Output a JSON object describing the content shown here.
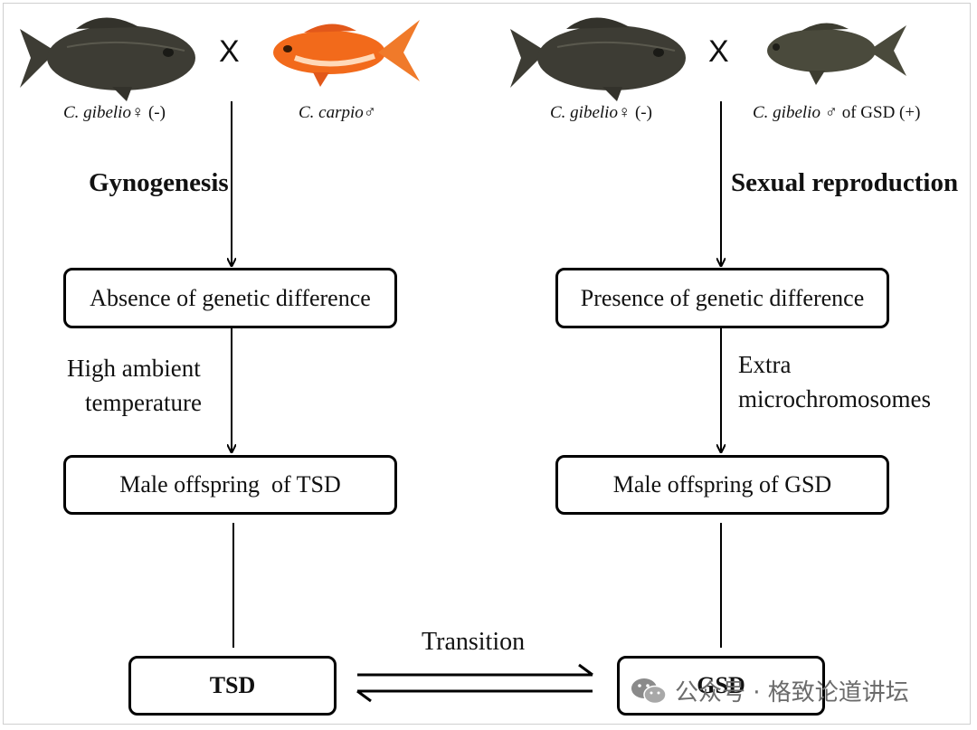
{
  "crosses": [
    {
      "female_label": {
        "species": "C. gibelio",
        "suffix": "♀ (-)"
      },
      "male_label": {
        "species": "C. carpio",
        "suffix": "♂"
      },
      "cross_symbol": "X",
      "process": "Gynogenesis",
      "box1": "Absence of genetic difference",
      "factor_lines": [
        "High ambient",
        "temperature"
      ],
      "box2": "Male offspring  of TSD",
      "outcome": "TSD"
    },
    {
      "female_label": {
        "species": "C. gibelio",
        "suffix": "♀ (-)"
      },
      "male_label": {
        "species": "C. gibelio",
        "suffix": " ♂ of GSD (+)"
      },
      "cross_symbol": "X",
      "process": "Sexual reproduction",
      "box1": "Presence of genetic difference",
      "factor_lines": [
        "Extra",
        "microchromosomes"
      ],
      "box2": "Male offspring of GSD",
      "outcome": "GSD"
    }
  ],
  "transition_label": "Transition",
  "watermark": {
    "icon": "wechat-icon",
    "text": "公众号 · 格致论道讲坛"
  },
  "colors": {
    "goldfish": "#f26a1b",
    "carp_dark": "#3d3c34",
    "carp_male": "#4a4a3c",
    "line": "#000000",
    "watermark": "#6b6b6b"
  }
}
